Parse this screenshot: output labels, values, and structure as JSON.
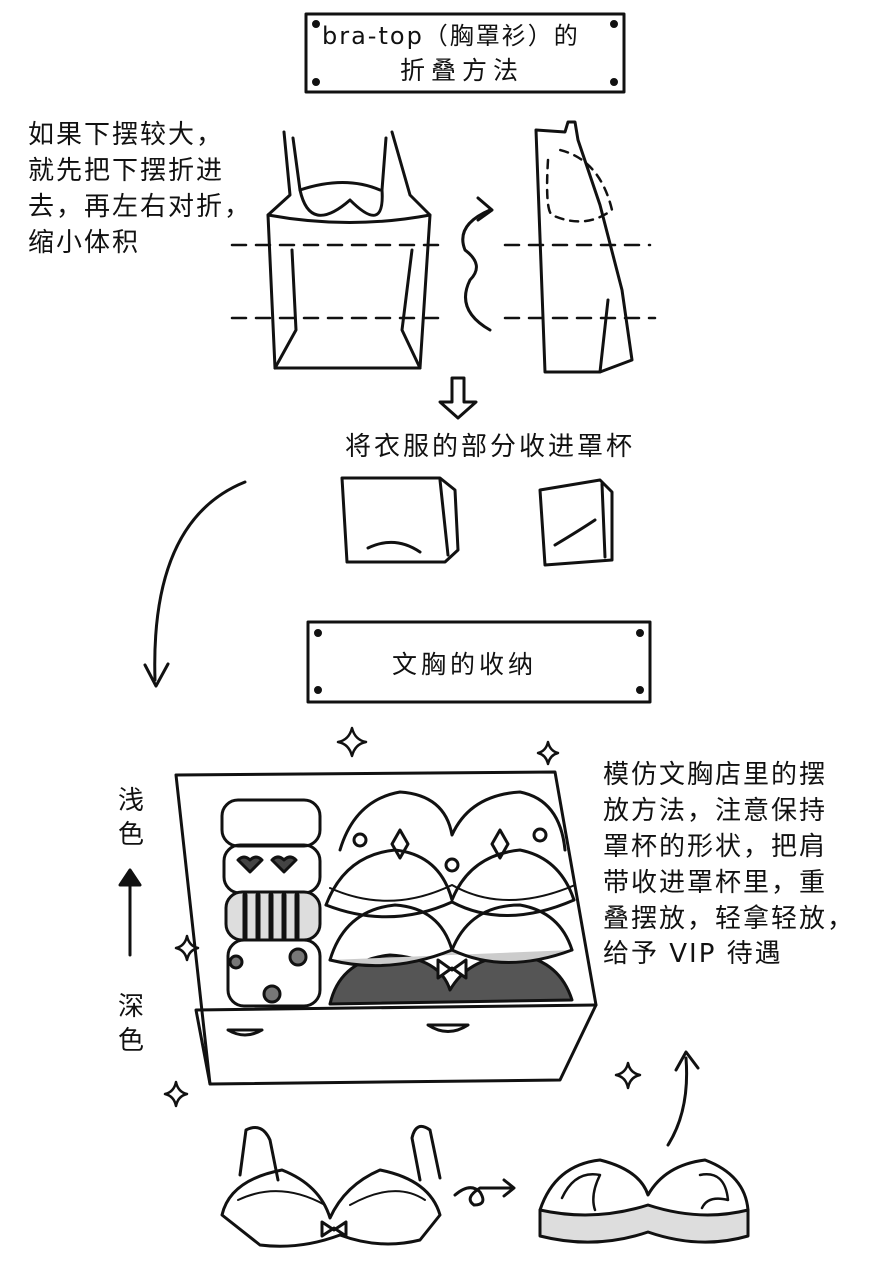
{
  "title": {
    "line1": "bra-top（胸罩衫）的",
    "line2": "折叠方法"
  },
  "note_left": "如果下摆较大，\n就先把下摆折进\n去，再左右对折，\n缩小体积",
  "step_label": "将衣服的部分收进罩杯",
  "section_label": "文胸的收纳",
  "note_right": "模仿文胸店里的摆\n放方法，注意保持\n罩杯的形状，把肩\n带收进罩杯里，重\n叠摆放，轻拿轻放，\n给予 VIP 待遇",
  "gradient_labels": {
    "light_1": "浅",
    "light_2": "色",
    "dark_1": "深",
    "dark_2": "色"
  }
}
